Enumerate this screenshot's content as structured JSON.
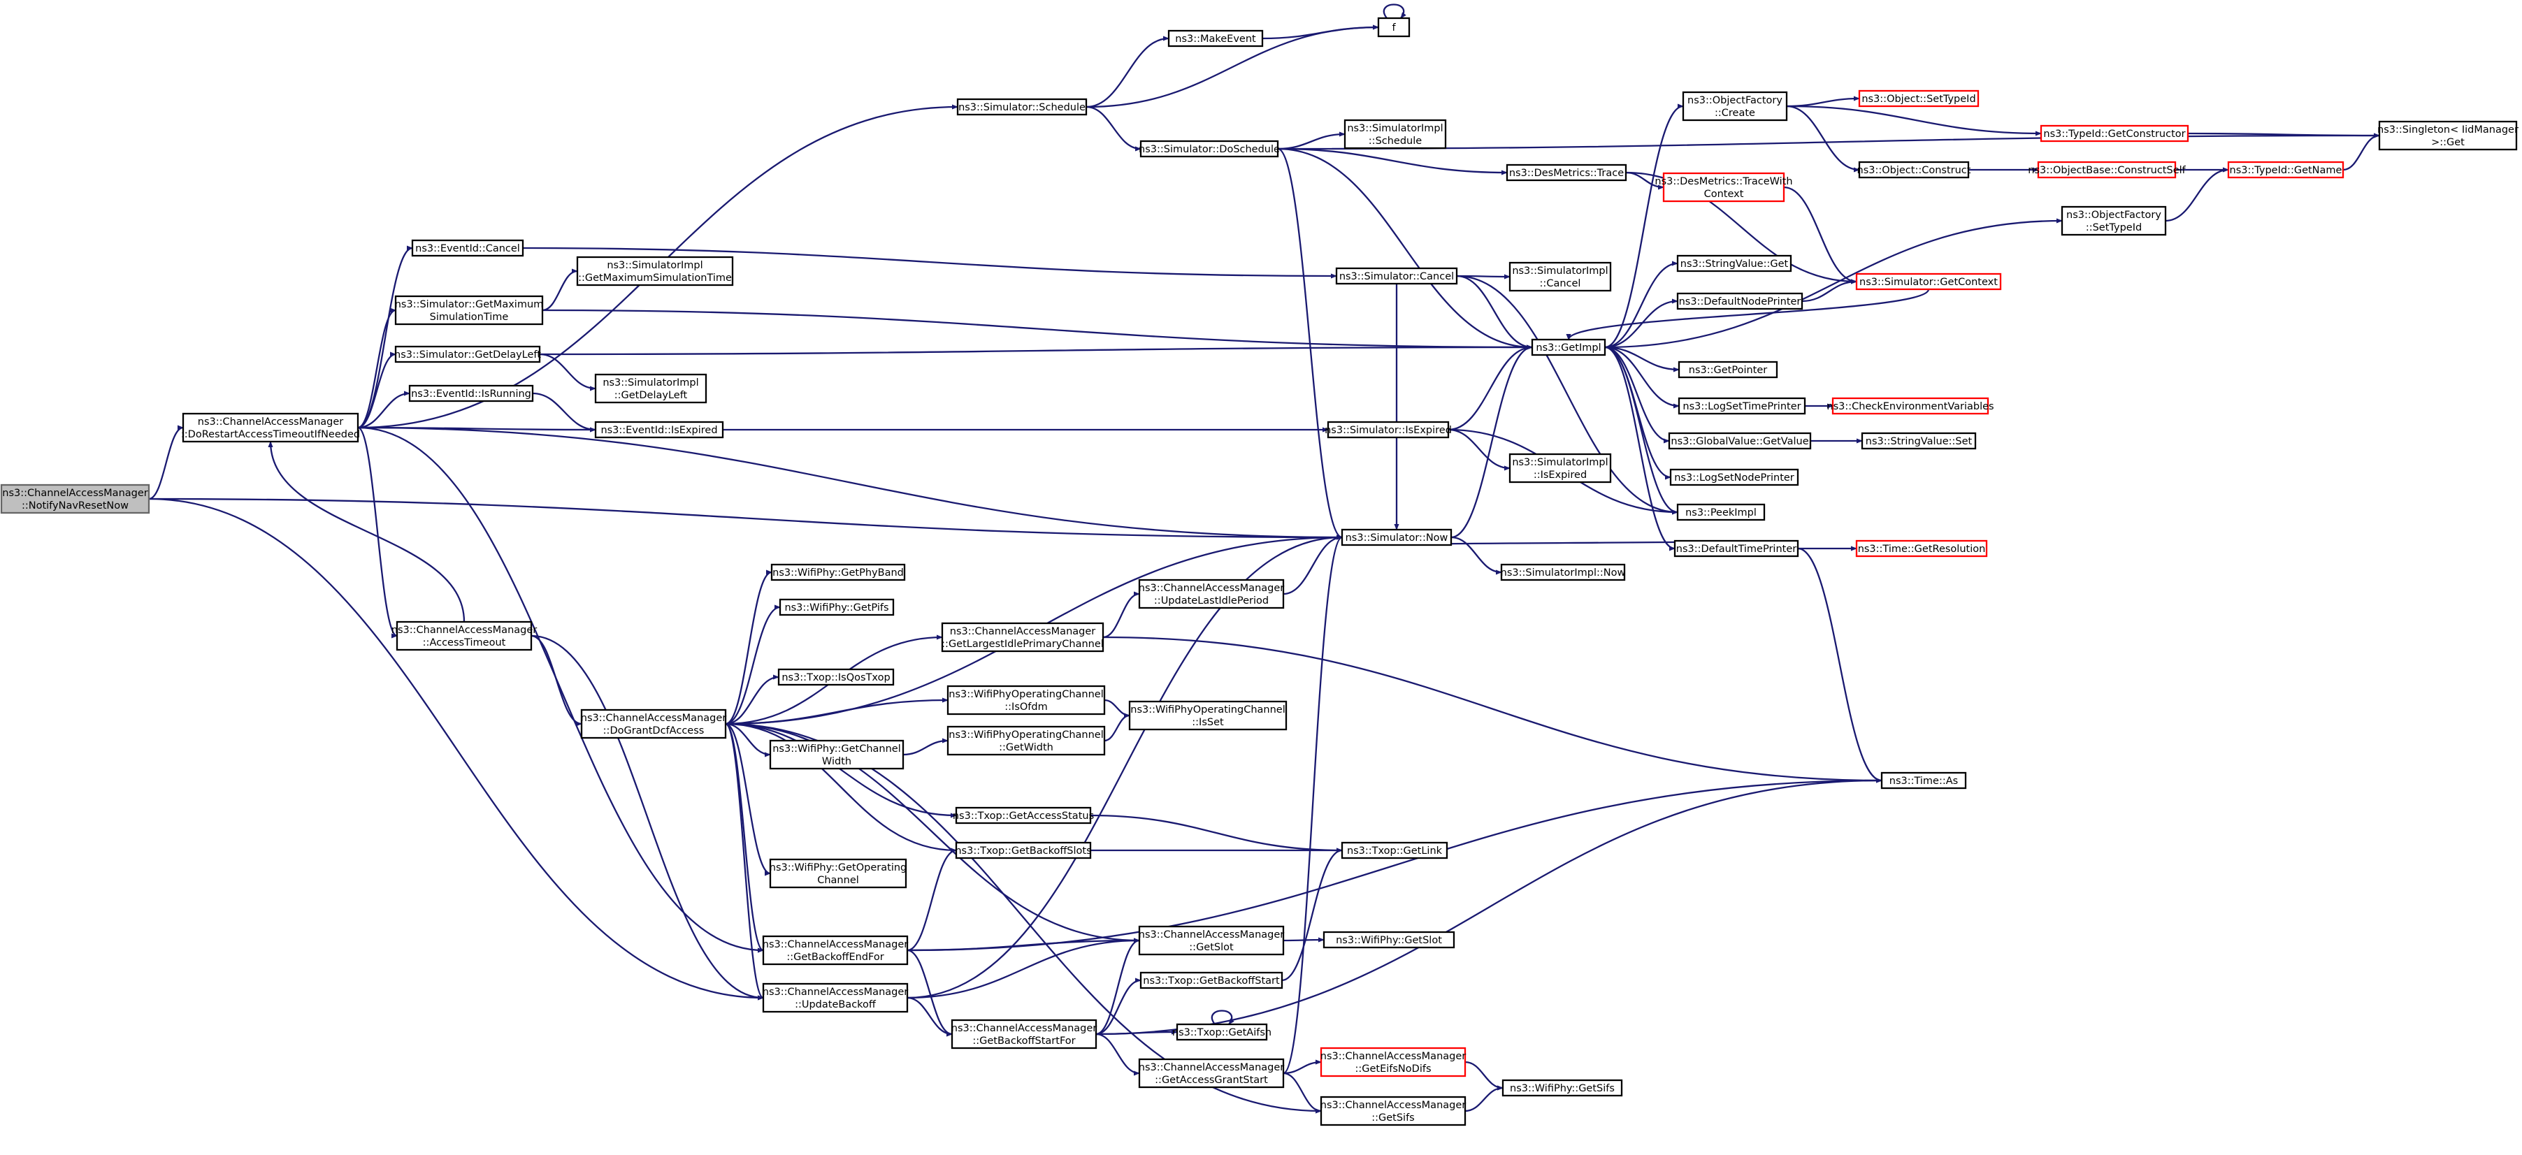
{
  "colors": {
    "edge": "#191970",
    "box": "#000000",
    "truncated": "#ff0000",
    "root_fill": "#bfbfbf"
  },
  "nodes": [
    {
      "id": "root",
      "lines": [
        "ns3::ChannelAccessManager",
        "::NotifyNavResetNow"
      ],
      "root": true
    },
    {
      "id": "dorestart",
      "lines": [
        "ns3::ChannelAccessManager",
        "::DoRestartAccessTimeoutIfNeeded"
      ]
    },
    {
      "id": "accesstimeout",
      "lines": [
        "ns3::ChannelAccessManager",
        "::AccessTimeout"
      ]
    },
    {
      "id": "dogrant",
      "lines": [
        "ns3::ChannelAccessManager",
        "::DoGrantDcfAccess"
      ]
    },
    {
      "id": "backoffend",
      "lines": [
        "ns3::ChannelAccessManager",
        "::GetBackoffEndFor"
      ]
    },
    {
      "id": "updatebackoff",
      "lines": [
        "ns3::ChannelAccessManager",
        "::UpdateBackoff"
      ]
    },
    {
      "id": "backoffstart",
      "lines": [
        "ns3::ChannelAccessManager",
        "::GetBackoffStartFor"
      ]
    },
    {
      "id": "largestidle",
      "lines": [
        "ns3::ChannelAccessManager",
        "::GetLargestIdlePrimaryChannel"
      ]
    },
    {
      "id": "updatelastidle",
      "lines": [
        "ns3::ChannelAccessManager",
        "::UpdateLastIdlePeriod"
      ]
    },
    {
      "id": "getslot",
      "lines": [
        "ns3::ChannelAccessManager",
        "::GetSlot"
      ]
    },
    {
      "id": "accessgrantstart",
      "lines": [
        "ns3::ChannelAccessManager",
        "::GetAccessGrantStart"
      ]
    },
    {
      "id": "eifsnodifs",
      "lines": [
        "ns3::ChannelAccessManager",
        "::GetEifsNoDifs"
      ],
      "trunc": true
    },
    {
      "id": "getsifs",
      "lines": [
        "ns3::ChannelAccessManager",
        "::GetSifs"
      ]
    },
    {
      "id": "schedule",
      "lines": [
        "ns3::Simulator::Schedule"
      ]
    },
    {
      "id": "makeevent",
      "lines": [
        "ns3::MakeEvent"
      ]
    },
    {
      "id": "f",
      "lines": [
        "f"
      ]
    },
    {
      "id": "doschedule",
      "lines": [
        "ns3::Simulator::DoSchedule"
      ]
    },
    {
      "id": "implschedule",
      "lines": [
        "ns3::SimulatorImpl",
        "::Schedule"
      ]
    },
    {
      "id": "desmetricstrace",
      "lines": [
        "ns3::DesMetrics::Trace"
      ]
    },
    {
      "id": "tracewithcontext",
      "lines": [
        "ns3::DesMetrics::TraceWith",
        "Context"
      ],
      "trunc": true
    },
    {
      "id": "objfactorycreate",
      "lines": [
        "ns3::ObjectFactory",
        "::Create"
      ]
    },
    {
      "id": "objsettypeid",
      "lines": [
        "ns3::Object::SetTypeId"
      ],
      "trunc": true
    },
    {
      "id": "getconstructor",
      "lines": [
        "ns3::TypeId::GetConstructor"
      ],
      "trunc": true
    },
    {
      "id": "objconstruct",
      "lines": [
        "ns3::Object::Construct"
      ]
    },
    {
      "id": "constructself",
      "lines": [
        "ns3::ObjectBase::ConstructSelf"
      ],
      "trunc": true
    },
    {
      "id": "getname",
      "lines": [
        "ns3::TypeId::GetName"
      ],
      "trunc": true
    },
    {
      "id": "singletonget",
      "lines": [
        "ns3::Singleton< IidManager",
        ">::Get"
      ]
    },
    {
      "id": "factorysettypeid",
      "lines": [
        "ns3::ObjectFactory",
        "::SetTypeId"
      ]
    },
    {
      "id": "eventcancel",
      "lines": [
        "ns3::EventId::Cancel"
      ]
    },
    {
      "id": "simcancel",
      "lines": [
        "ns3::Simulator::Cancel"
      ]
    },
    {
      "id": "implcancel",
      "lines": [
        "ns3::SimulatorImpl",
        "::Cancel"
      ]
    },
    {
      "id": "implgetmax",
      "lines": [
        "ns3::SimulatorImpl",
        "::GetMaximumSimulationTime"
      ]
    },
    {
      "id": "simgetmax",
      "lines": [
        "ns3::Simulator::GetMaximum",
        "SimulationTime"
      ]
    },
    {
      "id": "simgetdelay",
      "lines": [
        "ns3::Simulator::GetDelayLeft"
      ]
    },
    {
      "id": "implgetdelay",
      "lines": [
        "ns3::SimulatorImpl",
        "::GetDelayLeft"
      ]
    },
    {
      "id": "isrunning",
      "lines": [
        "ns3::EventId::IsRunning"
      ]
    },
    {
      "id": "isexpired",
      "lines": [
        "ns3::EventId::IsExpired"
      ]
    },
    {
      "id": "simisexpired",
      "lines": [
        "ns3::Simulator::IsExpired"
      ]
    },
    {
      "id": "implisexpired",
      "lines": [
        "ns3::SimulatorImpl",
        "::IsExpired"
      ]
    },
    {
      "id": "getimpl",
      "lines": [
        "ns3::GetImpl"
      ]
    },
    {
      "id": "stringvalueget",
      "lines": [
        "ns3::StringValue::Get"
      ]
    },
    {
      "id": "defaultnodeprinter",
      "lines": [
        "ns3::DefaultNodePrinter"
      ]
    },
    {
      "id": "getcontext",
      "lines": [
        "ns3::Simulator::GetContext"
      ],
      "trunc": true
    },
    {
      "id": "getpointer",
      "lines": [
        "ns3::GetPointer"
      ]
    },
    {
      "id": "logsettimeprinter",
      "lines": [
        "ns3::LogSetTimePrinter"
      ]
    },
    {
      "id": "checkenv",
      "lines": [
        "ns3::CheckEnvironmentVariables"
      ],
      "trunc": true
    },
    {
      "id": "globalvalueget",
      "lines": [
        "ns3::GlobalValue::GetValue"
      ]
    },
    {
      "id": "stringvalueset",
      "lines": [
        "ns3::StringValue::Set"
      ]
    },
    {
      "id": "logsetnodeprinter",
      "lines": [
        "ns3::LogSetNodePrinter"
      ]
    },
    {
      "id": "peekimpl",
      "lines": [
        "ns3::PeekImpl"
      ]
    },
    {
      "id": "simnow",
      "lines": [
        "ns3::Simulator::Now"
      ]
    },
    {
      "id": "implnow",
      "lines": [
        "ns3::SimulatorImpl::Now"
      ]
    },
    {
      "id": "defaulttimeprinter",
      "lines": [
        "ns3::DefaultTimePrinter"
      ]
    },
    {
      "id": "getresolution",
      "lines": [
        "ns3::Time::GetResolution"
      ],
      "trunc": true
    },
    {
      "id": "timeas",
      "lines": [
        "ns3::Time::As"
      ]
    },
    {
      "id": "getphyband",
      "lines": [
        "ns3::WifiPhy::GetPhyBand"
      ]
    },
    {
      "id": "getpifs",
      "lines": [
        "ns3::WifiPhy::GetPifs"
      ]
    },
    {
      "id": "isqostxop",
      "lines": [
        "ns3::Txop::IsQosTxop"
      ]
    },
    {
      "id": "isofdm",
      "lines": [
        "ns3::WifiPhyOperatingChannel",
        "::IsOfdm"
      ]
    },
    {
      "id": "isset",
      "lines": [
        "ns3::WifiPhyOperatingChannel",
        "::IsSet"
      ]
    },
    {
      "id": "getwidth",
      "lines": [
        "ns3::WifiPhyOperatingChannel",
        "::GetWidth"
      ]
    },
    {
      "id": "getchannelwidth",
      "lines": [
        "ns3::WifiPhy::GetChannel",
        "Width"
      ]
    },
    {
      "id": "getaccessstatus",
      "lines": [
        "ns3::Txop::GetAccessStatus"
      ]
    },
    {
      "id": "getbackoffslots",
      "lines": [
        "ns3::Txop::GetBackoffSlots"
      ]
    },
    {
      "id": "getlink",
      "lines": [
        "ns3::Txop::GetLink"
      ]
    },
    {
      "id": "getoperatingchannel",
      "lines": [
        "ns3::WifiPhy::GetOperating",
        "Channel"
      ]
    },
    {
      "id": "phygetslot",
      "lines": [
        "ns3::WifiPhy::GetSlot"
      ]
    },
    {
      "id": "getbackoffstart",
      "lines": [
        "ns3::Txop::GetBackoffStart"
      ]
    },
    {
      "id": "getaifsn",
      "lines": [
        "ns3::Txop::GetAifsn"
      ]
    },
    {
      "id": "phygetsifs",
      "lines": [
        "ns3::WifiPhy::GetSifs"
      ]
    }
  ]
}
